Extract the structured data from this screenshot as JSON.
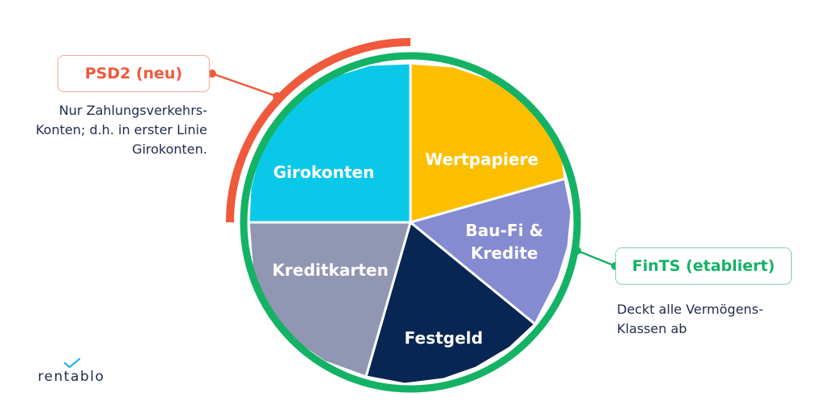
{
  "diagram": {
    "segments": [
      {
        "label": "Girokonten",
        "lines": [
          "Girokonten"
        ],
        "color": "#0ac9e8"
      },
      {
        "label": "Wertpapiere",
        "lines": [
          "Wertpapiere"
        ],
        "color": "#fcbf00"
      },
      {
        "label": "Bau-Fi & Kredite",
        "lines": [
          "Bau-Fi &",
          "Kredite"
        ],
        "color": "#858bd0"
      },
      {
        "label": "Festgeld",
        "lines": [
          "Festgeld"
        ],
        "color": "#082653"
      },
      {
        "label": "Kreditkarten",
        "lines": [
          "Kreditkarten"
        ],
        "color": "#9196b3"
      }
    ],
    "rings": {
      "fints_color": "#14b265",
      "psd2_color": "#ef5a3c"
    }
  },
  "callouts": {
    "psd2": {
      "title": "PSD2 (neu)",
      "description": "Nur Zahlungsverkehrs-\nKonten; d.h. in erster Linie\nGirokonten.",
      "color": "#ef5a3c"
    },
    "fints": {
      "title": "FinTS (etabliert)",
      "description": "Deckt alle Vermögens-\nKlassen ab",
      "color": "#14b265"
    }
  },
  "brand": {
    "name": "rentablo",
    "icon": "chart-check-icon",
    "accent": "#2fb5e8"
  }
}
